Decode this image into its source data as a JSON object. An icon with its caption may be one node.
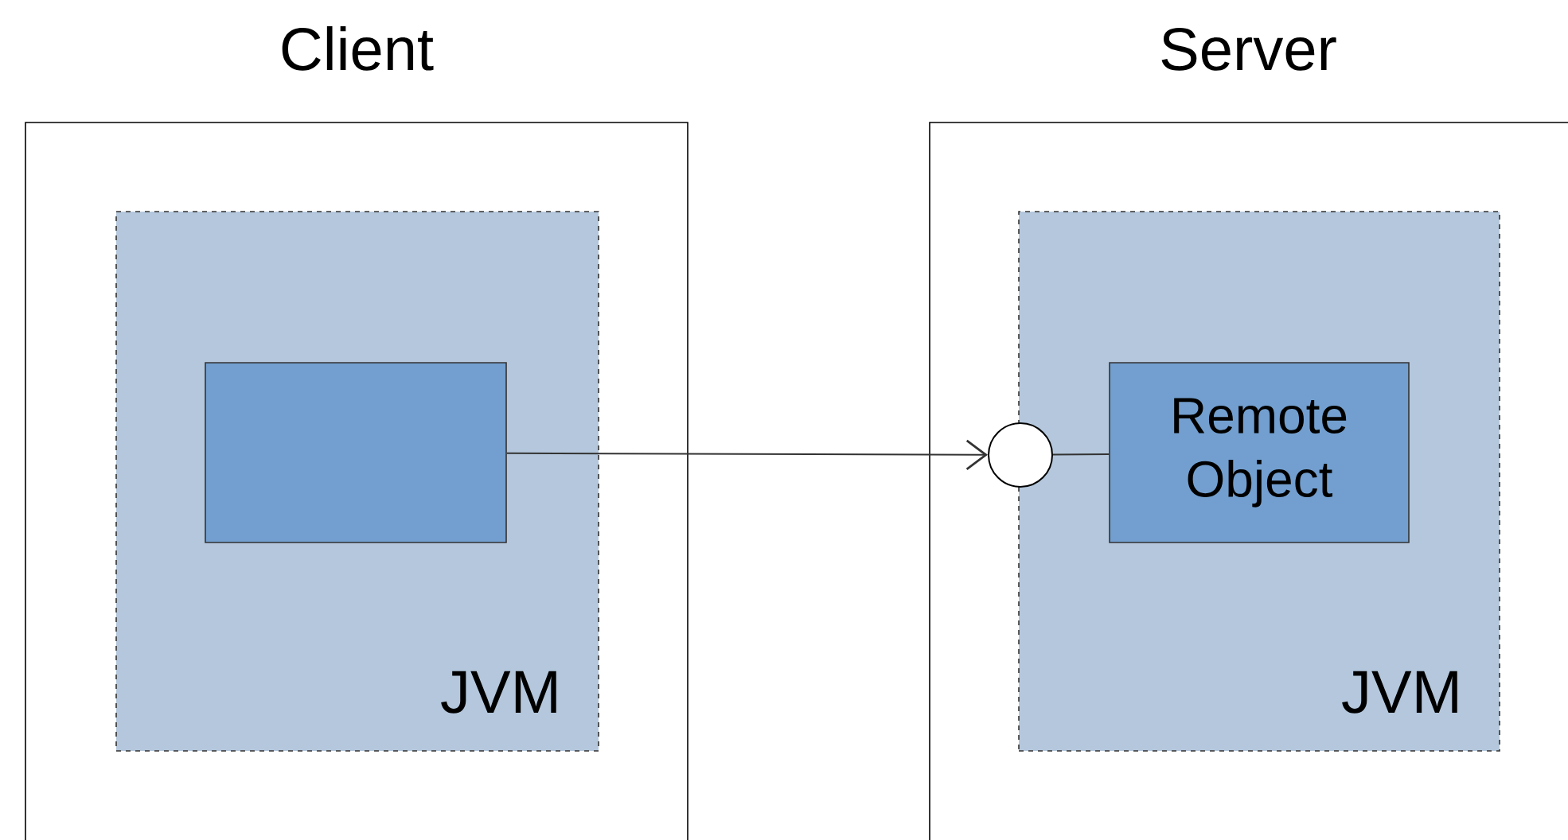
{
  "diagram": {
    "nodes": [
      {
        "text": [
          "Client"
        ]
      },
      {
        "text": [
          "JVM"
        ],
        "in": 0
      },
      {
        "text": [],
        "shape": "box",
        "in": 1
      },
      {
        "text": [
          "Server"
        ]
      },
      {
        "text": [
          "JVM"
        ],
        "in": 3
      },
      {
        "text": [],
        "shape": "circle",
        "in": 3
      },
      {
        "text": [
          "Remote Object"
        ],
        "in": 4
      }
    ],
    "edges": [
      {
        "from": 2,
        "to": 5,
        "arrow": "to"
      },
      {
        "from": 5,
        "to": 6,
        "arrow": "none"
      }
    ]
  }
}
